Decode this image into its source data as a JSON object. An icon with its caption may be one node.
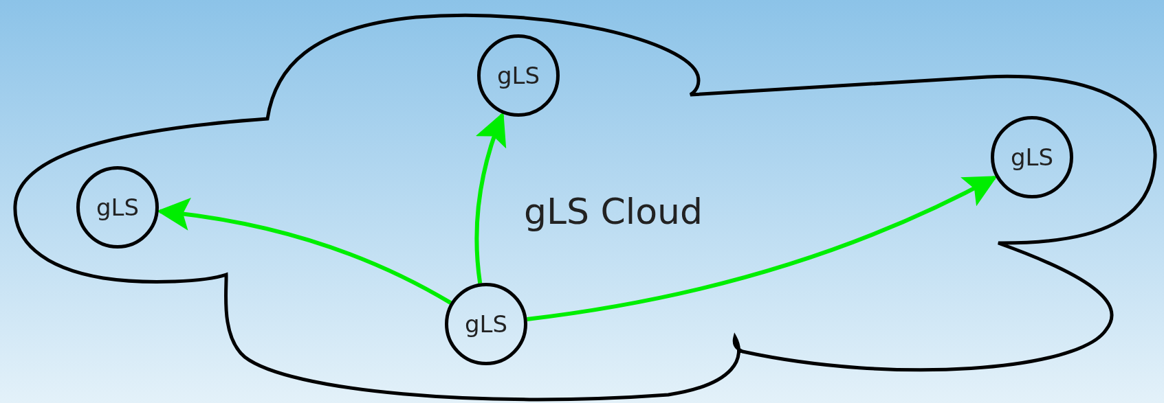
{
  "diagram": {
    "nodes": [
      {
        "text": [
          "gLS Cloud"
        ]
      },
      {
        "text": [
          "gLS"
        ],
        "in": 0
      },
      {
        "text": [
          "gLS"
        ],
        "in": 0
      },
      {
        "text": [
          "gLS"
        ],
        "in": 0
      },
      {
        "text": [
          "gLS"
        ],
        "in": 0
      }
    ],
    "edges": [
      {
        "from": 4,
        "to": 2,
        "arrow": "to"
      },
      {
        "from": 4,
        "to": 1,
        "arrow": "to"
      },
      {
        "from": 4,
        "to": 3,
        "arrow": "to"
      }
    ]
  }
}
